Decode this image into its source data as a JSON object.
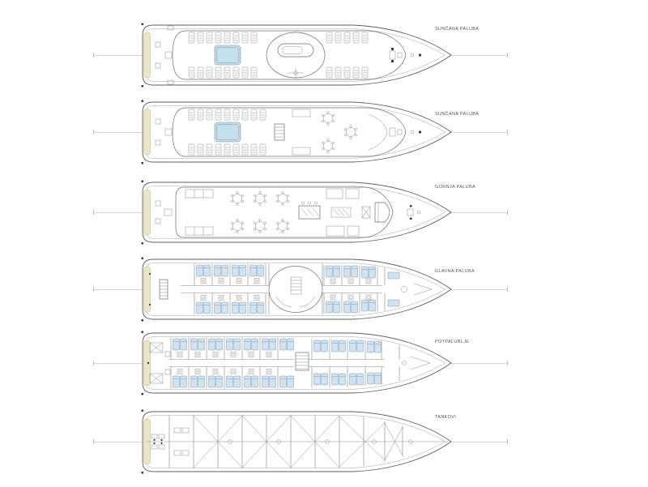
{
  "sheet": {
    "background": "#ffffff"
  },
  "colors": {
    "hull_outline": "#5f5f5f",
    "pool": "#c3e0ec",
    "bed": "#cfe3f2",
    "stern_pad": "#ece6c4",
    "centerline": "#d6d6d6"
  },
  "decks": [
    {
      "id": "sun-deck-top",
      "label": "SUNČANA PALUBA"
    },
    {
      "id": "sun-deck",
      "label": "SUNČANA PALUBA"
    },
    {
      "id": "upper-deck",
      "label": "GORNJA PALUBA"
    },
    {
      "id": "main-deck",
      "label": "GLAVNA PALUBA"
    },
    {
      "id": "lower-deck",
      "label": "POTPALUBLJE"
    },
    {
      "id": "tanks",
      "label": "TANKOVI"
    }
  ]
}
